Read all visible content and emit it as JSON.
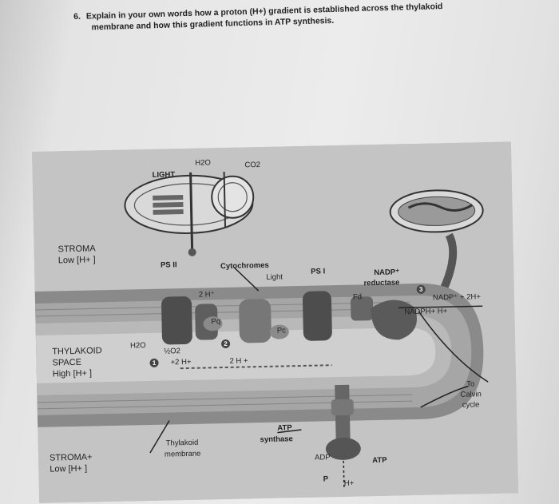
{
  "question": {
    "number": "6.",
    "line1": "Explain in your own words how a proton (H+) gradient is established across the thylakoid",
    "line2": "membrane and how this gradient functions in ATP synthesis."
  },
  "diagram": {
    "labels": {
      "light_top": "LIGHT",
      "h2o_top": "H2O",
      "co2": "CO2",
      "stroma_top": "STROMA",
      "stroma_top_sub": "Low [H+ ]",
      "ps2": "PS II",
      "cytochromes": "Cytochromes",
      "light_mid": "Light",
      "ps1": "PS I",
      "nadp_reductase_1": "NADP⁺",
      "nadp_reductase_2": "reductase",
      "fd": "Fd",
      "nadp_plus": "NADP⁺ + 2H+",
      "nadph": "NADPH+ H+",
      "two_h_upper": "2 H⁺",
      "pq": "Pq",
      "pc": "Pc",
      "thylakoid_space_1": "THYLAKOID",
      "thylakoid_space_2": "SPACE",
      "thylakoid_space_3": "High [H+ ]",
      "h2o_left": "H2O",
      "half_o2": "½O2",
      "plus_2h": "+2 H+",
      "two_h_lower": "2 H +",
      "to_calvin_1": "To",
      "to_calvin_2": "Calvin",
      "to_calvin_3": "cycle",
      "atp_synthase_1": "ATP",
      "atp_synthase_2": "synthase",
      "thylakoid_membrane_1": "Thylakoid",
      "thylakoid_membrane_2": "membrane",
      "stroma_bottom": "STROMA+",
      "stroma_bottom_sub": "Low [H+ ]",
      "adp": "ADP",
      "pi": "P",
      "h_plus_bottom": "H+",
      "atp": "ATP",
      "step1": "1",
      "step2": "2",
      "step3": "3"
    }
  }
}
